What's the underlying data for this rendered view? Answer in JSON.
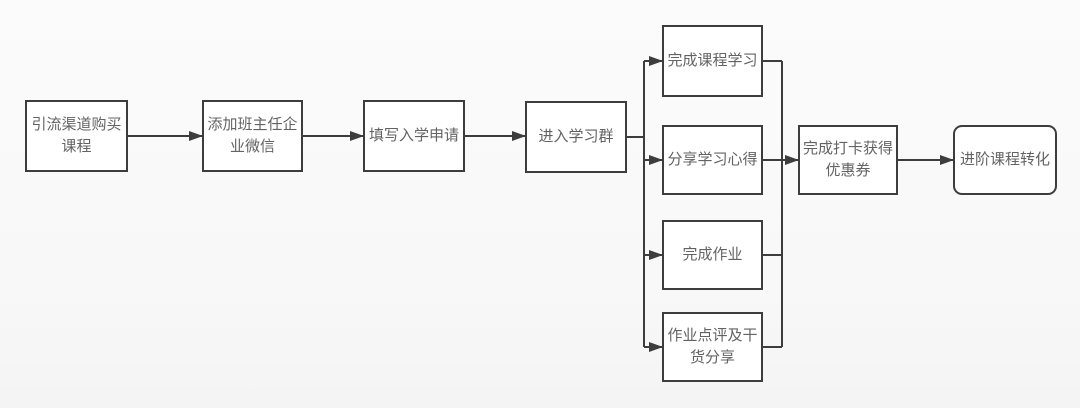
{
  "diagram": {
    "type": "flowchart",
    "direction": "left-to-right",
    "nodes": [
      {
        "id": "n1",
        "label": "引流渠道购买课程",
        "shape": "rect"
      },
      {
        "id": "n2",
        "label": "添加班主任企业微信",
        "shape": "rect"
      },
      {
        "id": "n3",
        "label": "填写入学申请",
        "shape": "rect"
      },
      {
        "id": "n4",
        "label": "进入学习群",
        "shape": "rect"
      },
      {
        "id": "n5",
        "label": "完成课程学习",
        "shape": "rect"
      },
      {
        "id": "n6",
        "label": "分享学习心得",
        "shape": "rect"
      },
      {
        "id": "n7",
        "label": "完成作业",
        "shape": "rect"
      },
      {
        "id": "n8",
        "label": "作业点评及干货分享",
        "shape": "rect"
      },
      {
        "id": "n9",
        "label": "完成打卡获得优惠券",
        "shape": "rect"
      },
      {
        "id": "n10",
        "label": "进阶课程转化",
        "shape": "rounded-rect"
      }
    ],
    "edges": [
      {
        "from": "n1",
        "to": "n2"
      },
      {
        "from": "n2",
        "to": "n3"
      },
      {
        "from": "n3",
        "to": "n4"
      },
      {
        "from": "n4",
        "to": "n5"
      },
      {
        "from": "n4",
        "to": "n6"
      },
      {
        "from": "n4",
        "to": "n7"
      },
      {
        "from": "n4",
        "to": "n8"
      },
      {
        "from": "n5",
        "to": "n9"
      },
      {
        "from": "n6",
        "to": "n9"
      },
      {
        "from": "n7",
        "to": "n9"
      },
      {
        "from": "n8",
        "to": "n9"
      },
      {
        "from": "n9",
        "to": "n10"
      }
    ],
    "colors": {
      "background": "#fafafa",
      "node_fill": "#ffffff",
      "node_border": "#3d3d3d",
      "text": "#636363",
      "connector": "#3d3d3d"
    }
  }
}
